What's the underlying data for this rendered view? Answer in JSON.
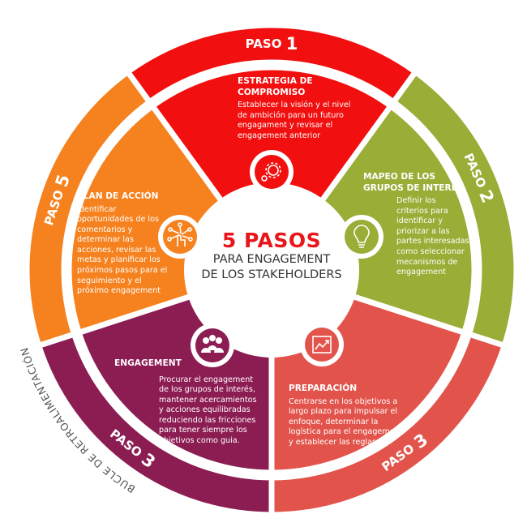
{
  "center": {
    "title": "5 PASOS",
    "subtitle_lines": [
      "PARA ENGAGEMENT",
      "DE LOS STAKEHOLDERS"
    ]
  },
  "loop_label": "BUCLE DE RETROALIMENTACIÓN",
  "colors": {
    "step1": "#f20f0f",
    "step2": "#9aad36",
    "step3": "#e2544b",
    "step4": "#8c1d53",
    "step5": "#f5821f"
  },
  "steps": [
    {
      "paso": "PASO",
      "num": "1",
      "title_lines": [
        "ESTRATEGIA DE",
        "COMPROMISO"
      ],
      "lines": [
        "Establecer la visión y el nivel",
        "de ambición para un futuro",
        "engagament y revisar el",
        "engagement anterior"
      ],
      "icon": "gear-icon"
    },
    {
      "paso": "PASO",
      "num": "2",
      "title_lines": [
        "MAPEO DE LOS",
        "GRUPOS DE INTERÉS"
      ],
      "lines": [
        "Definir los",
        "criterios para",
        "identificar y",
        "priorizar a las",
        "partes interesadas",
        "como seleccionar",
        "mecanismos de",
        "engagement"
      ],
      "icon": "lightbulb-icon"
    },
    {
      "paso": "PASO",
      "num": "3",
      "title_lines": [
        "PREPARACIÓN"
      ],
      "lines": [
        "Centrarse en los objetivos a",
        "largo plazo para impulsar el",
        "enfoque, determinar la",
        "logística para el engagement",
        "y establecer las reglas"
      ],
      "icon": "chart-icon"
    },
    {
      "paso": "PASO",
      "num": "3",
      "title_lines": [
        "ENGAGEMENT"
      ],
      "lines": [
        "Procurar el engagement",
        "de los grupos de interés,",
        "mantener acercamientos",
        "y acciones equilibradas",
        "reduciendo las fricciones",
        "para tener siempre los",
        "objetivos como guia."
      ],
      "icon": "people-icon"
    },
    {
      "paso": "PASO",
      "num": "5",
      "title_lines": [
        "PLAN DE ACCIÓN"
      ],
      "lines": [
        "Identificar",
        "oportunidades de los",
        "comentarios y",
        "determinar las",
        "acciones, revisar las",
        "metas y planificar los",
        "próximos pasos para el",
        "seguimiento y el",
        "próximo engagement"
      ],
      "icon": "network-touch-icon"
    }
  ]
}
